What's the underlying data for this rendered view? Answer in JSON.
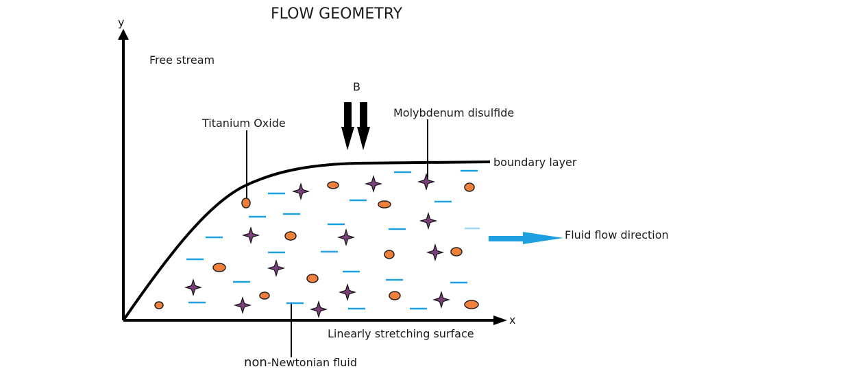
{
  "title": "FLOW GEOMETRY",
  "axes": {
    "x_label": "x",
    "y_label": "y"
  },
  "labels": {
    "free_stream": "Free stream",
    "magnetic_field": "B",
    "titanium_oxide": "Titanium Oxide",
    "molybdenum_disulfide": "Molybdenum disulfide",
    "boundary_layer": "boundary layer",
    "fluid_flow_direction": "Fluid flow direction",
    "stretching_surface": "Linearly stretching surface",
    "non_newtonian_prefix": "non",
    "non_newtonian_rest": "-Newtonian fluid"
  },
  "colors": {
    "nanoparticle_orange": "#f07f3c",
    "star_purple": "#7b3f7b",
    "fluid_dash_blue": "#1ea0e0",
    "flow_arrow_blue": "#1ea0e0",
    "faded_dash": "#9fd6ee"
  },
  "legend_items": [
    {
      "kind": "titanium-oxide-particle",
      "shape": "orange-ellipse"
    },
    {
      "kind": "molybdenum-disulfide-particle",
      "shape": "purple-star"
    },
    {
      "kind": "fluid-molecule",
      "shape": "blue-dash"
    }
  ]
}
